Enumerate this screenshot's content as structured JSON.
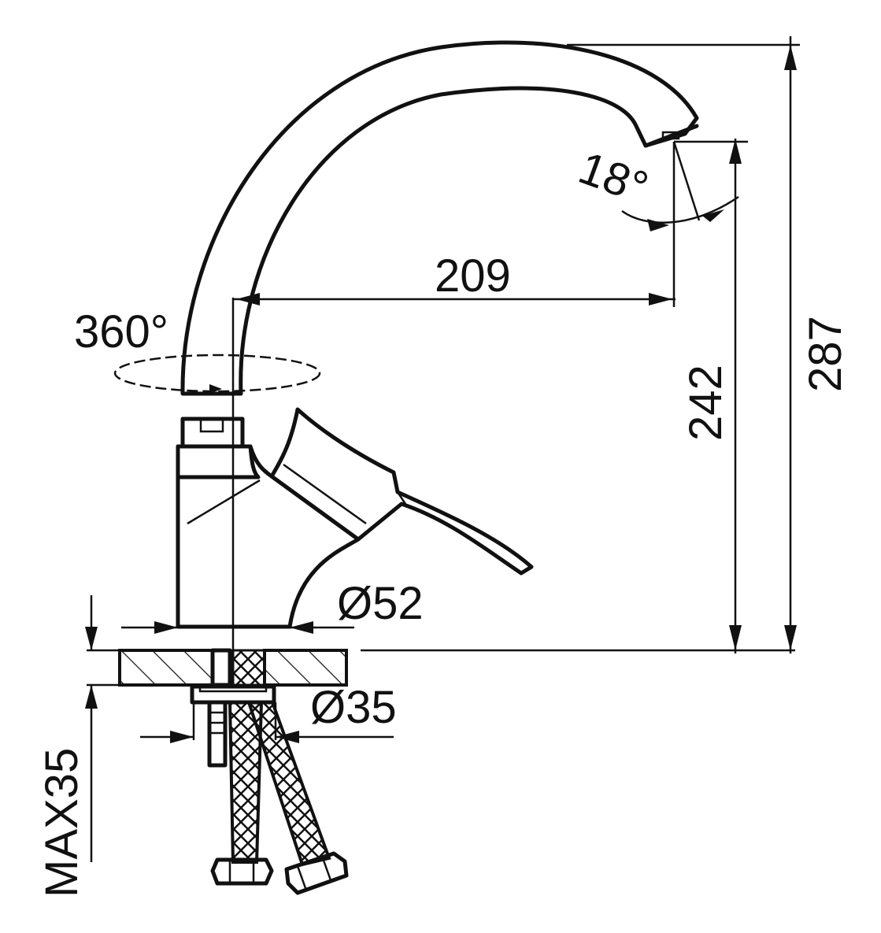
{
  "dimensions": {
    "spout_reach": "209",
    "total_height": "287",
    "outlet_height": "242",
    "swivel_angle": "360°",
    "outlet_angle": "18°",
    "base_diameter": "Ø52",
    "shank_diameter": "Ø35",
    "max_countertop": "MAX35"
  },
  "colors": {
    "line": "#111111",
    "background": "#ffffff"
  }
}
